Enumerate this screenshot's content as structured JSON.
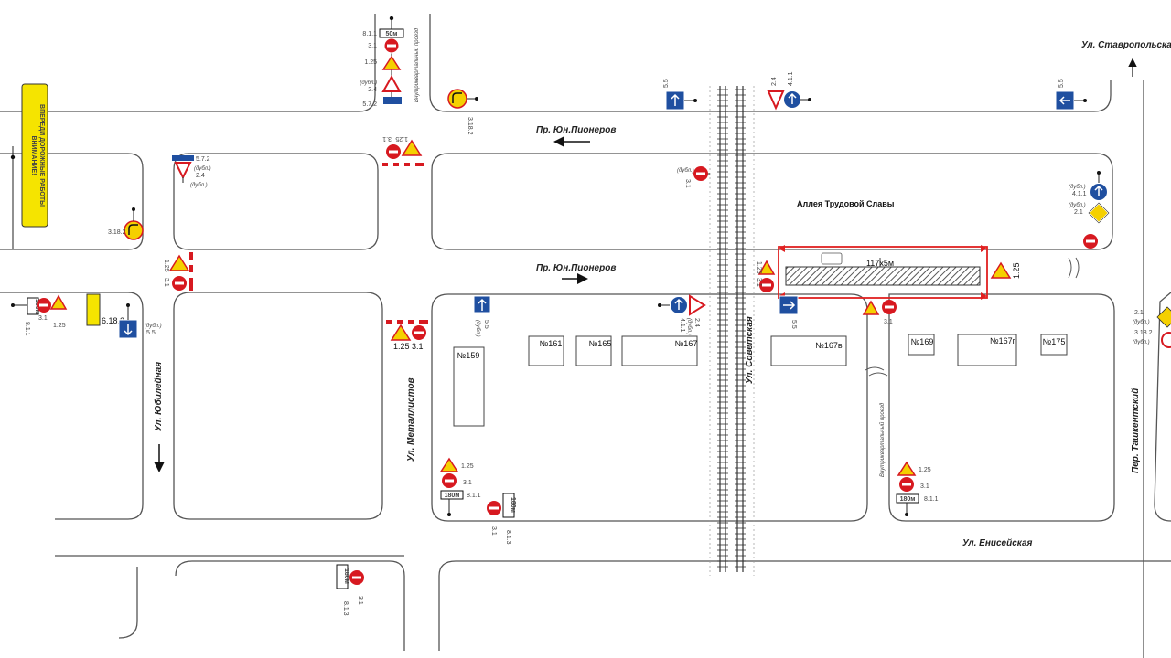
{
  "streets": {
    "pioneers_top": "Пр. Юн.Пионеров",
    "pioneers_mid": "Пр. Юн.Пионеров",
    "stavropolskaya": "Ул. Ставропольская",
    "yubileynaya": "Ул. Юбилейная",
    "metallistov": "Ул. Металлистов",
    "sovetskaya": "Ул. Советская",
    "eniseyskaya": "Ул. Енисейская",
    "tashkentsky": "Пер. Ташкентский",
    "inner_road_top": "Внутриквартальный проезд",
    "inner_road_bottom": "Внутриквартальный проезд",
    "alley": "Аллея  Трудовой Славы"
  },
  "warning_banner": {
    "line1": "ВНИМАНИЕ!",
    "line2": "ВПЕРЕДИ ДОРОЖНЫЕ РАБОТЫ"
  },
  "buildings": {
    "b159": "№159",
    "b161": "№161",
    "b165": "№165",
    "b167": "№167",
    "b167v": "№167в",
    "b169": "№169",
    "b167g": "№167г",
    "b175": "№175"
  },
  "work_zone": {
    "dimension": "117х5м",
    "sign_code": "1.25"
  },
  "sign_codes": {
    "s311": "3.1",
    "s125": "1.25",
    "s811": "8.1.1",
    "s813": "8.1.3",
    "s3182": "3.18.2",
    "s55": "5.5",
    "s24": "2.4",
    "s411": "4.1.1",
    "s21": "2.1",
    "s572": "5.7.2",
    "s618": "6.18.2"
  },
  "tablets": {
    "t180": "180м",
    "t50": "50м"
  },
  "notes": {
    "dub": "(дубл.)"
  }
}
